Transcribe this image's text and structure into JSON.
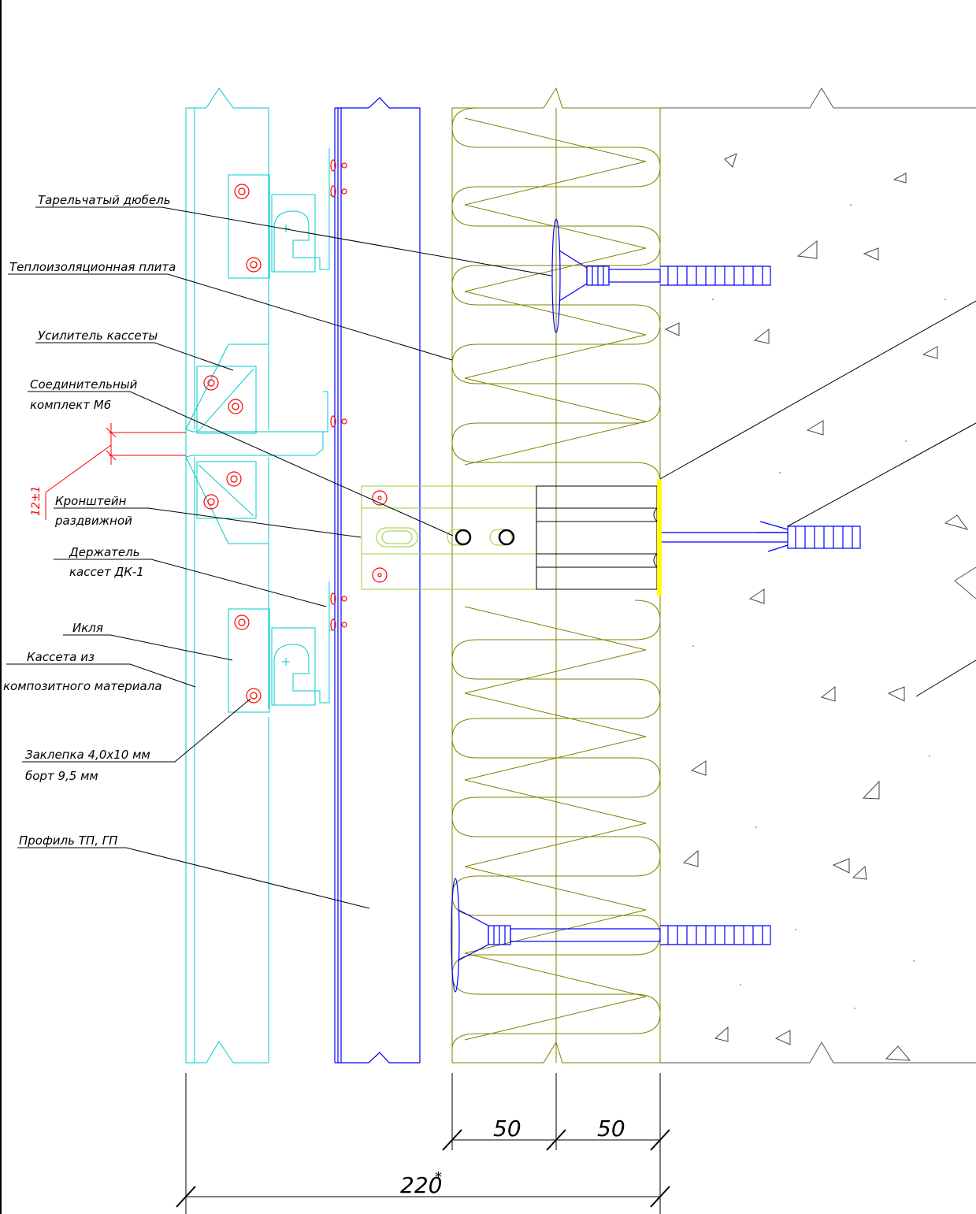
{
  "labels": {
    "dowel": "Тарельчатый дюбель",
    "insulation": "Теплоизоляционная плита",
    "reinforcement": "Усилитель кассеты",
    "connector_line1": "Соединительный",
    "connector_line2": "комплект М6",
    "bracket_line1": "Кронштейн",
    "bracket_line2": "раздвижной",
    "holder_line1": "Держатель",
    "holder_line2": "кассет ДК-1",
    "ikla": "Икля",
    "cassette_line1": "Кассета из",
    "cassette_line2": "композитного материала",
    "rivet_line1": "Заклепка 4,0х10 мм",
    "rivet_line2": "борт 9,5 мм",
    "profile": "Профиль ТП, ГП"
  },
  "dimensions": {
    "gap": "12±1",
    "insul_1": "50",
    "insul_2": "50",
    "total": "220",
    "total_mark": "*"
  },
  "colors": {
    "cassette": "#00cccc",
    "profile": "#0000ff",
    "insulation": "#808000",
    "bracket": "#99cc33",
    "rivet": "#ff0000",
    "gasket": "#ffff00",
    "leader": "#000000",
    "concrete": "#555555"
  }
}
